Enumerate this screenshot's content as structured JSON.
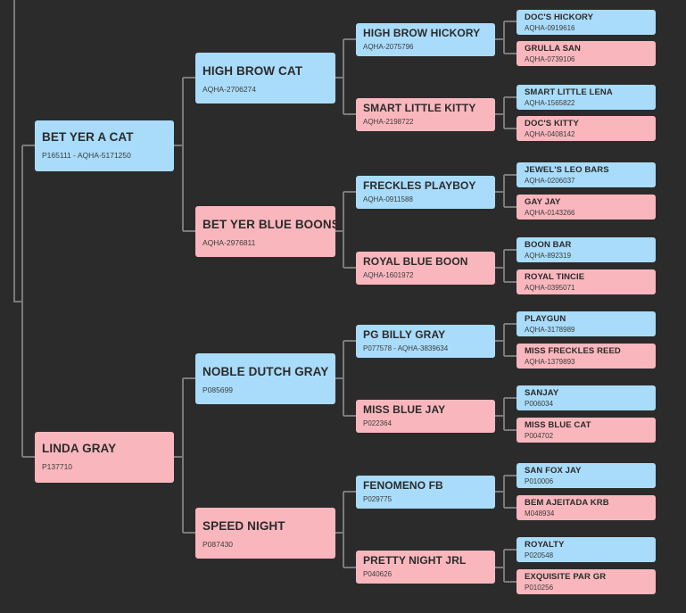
{
  "pedigree": {
    "sire": {
      "name": "BET YER A CAT",
      "reg": "P165111 - AQHA-5171250",
      "sex": "male",
      "sire": {
        "name": "HIGH BROW CAT",
        "reg": "AQHA-2706274",
        "sex": "male",
        "sire": {
          "name": "HIGH BROW HICKORY",
          "reg": "AQHA-2075796",
          "sex": "male",
          "sire": {
            "name": "DOC'S HICKORY",
            "reg": "AQHA-0919616",
            "sex": "male"
          },
          "dam": {
            "name": "GRULLA SAN",
            "reg": "AQHA-0739106",
            "sex": "female"
          }
        },
        "dam": {
          "name": "SMART LITTLE KITTY",
          "reg": "AQHA-2198722",
          "sex": "female",
          "sire": {
            "name": "SMART LITTLE LENA",
            "reg": "AQHA-1565822",
            "sex": "male"
          },
          "dam": {
            "name": "DOC'S KITTY",
            "reg": "AQHA-0408142",
            "sex": "female"
          }
        }
      },
      "dam": {
        "name": "BET YER BLUE BOONS",
        "reg": "AQHA-2976811",
        "sex": "female",
        "sire": {
          "name": "FRECKLES PLAYBOY",
          "reg": "AQHA-0911588",
          "sex": "male",
          "sire": {
            "name": "JEWEL'S LEO BARS",
            "reg": "AQHA-0206037",
            "sex": "male"
          },
          "dam": {
            "name": "GAY JAY",
            "reg": "AQHA-0143266",
            "sex": "female"
          }
        },
        "dam": {
          "name": "ROYAL BLUE BOON",
          "reg": "AQHA-1601972",
          "sex": "female",
          "sire": {
            "name": "BOON BAR",
            "reg": "AQHA-892319",
            "sex": "male"
          },
          "dam": {
            "name": "ROYAL TINCIE",
            "reg": "AQHA-0395071",
            "sex": "female"
          }
        }
      }
    },
    "dam": {
      "name": "LINDA GRAY",
      "reg": "P137710",
      "sex": "female",
      "sire": {
        "name": "NOBLE DUTCH GRAY",
        "reg": "P085699",
        "sex": "male",
        "sire": {
          "name": "PG BILLY GRAY",
          "reg": "P077578 - AQHA-3839634",
          "sex": "male",
          "sire": {
            "name": "PLAYGUN",
            "reg": "AQHA-3178989",
            "sex": "male"
          },
          "dam": {
            "name": "MISS FRECKLES REED",
            "reg": "AQHA-1379893",
            "sex": "female"
          }
        },
        "dam": {
          "name": "MISS BLUE JAY",
          "reg": "P022364",
          "sex": "female",
          "sire": {
            "name": "SANJAY",
            "reg": "P006034",
            "sex": "male"
          },
          "dam": {
            "name": "MISS BLUE CAT",
            "reg": "P004702",
            "sex": "female"
          }
        }
      },
      "dam": {
        "name": "SPEED NIGHT",
        "reg": "P087430",
        "sex": "female",
        "sire": {
          "name": "FENOMENO FB",
          "reg": "P029775",
          "sex": "male",
          "sire": {
            "name": "SAN FOX JAY",
            "reg": "P010006",
            "sex": "male"
          },
          "dam": {
            "name": "BEM AJEITADA KRB",
            "reg": "M048934",
            "sex": "female"
          }
        },
        "dam": {
          "name": "PRETTY NIGHT JRL",
          "reg": "P040626",
          "sex": "female",
          "sire": {
            "name": "ROYALTY",
            "reg": "P020548",
            "sex": "male"
          },
          "dam": {
            "name": "EXQUISITE PAR GR",
            "reg": "P010256",
            "sex": "female"
          }
        }
      }
    }
  },
  "colors": {
    "background": "#2b2b2b",
    "male": "#a9dcfa",
    "female": "#f9b7bd",
    "connector": "#7a7a7a"
  }
}
